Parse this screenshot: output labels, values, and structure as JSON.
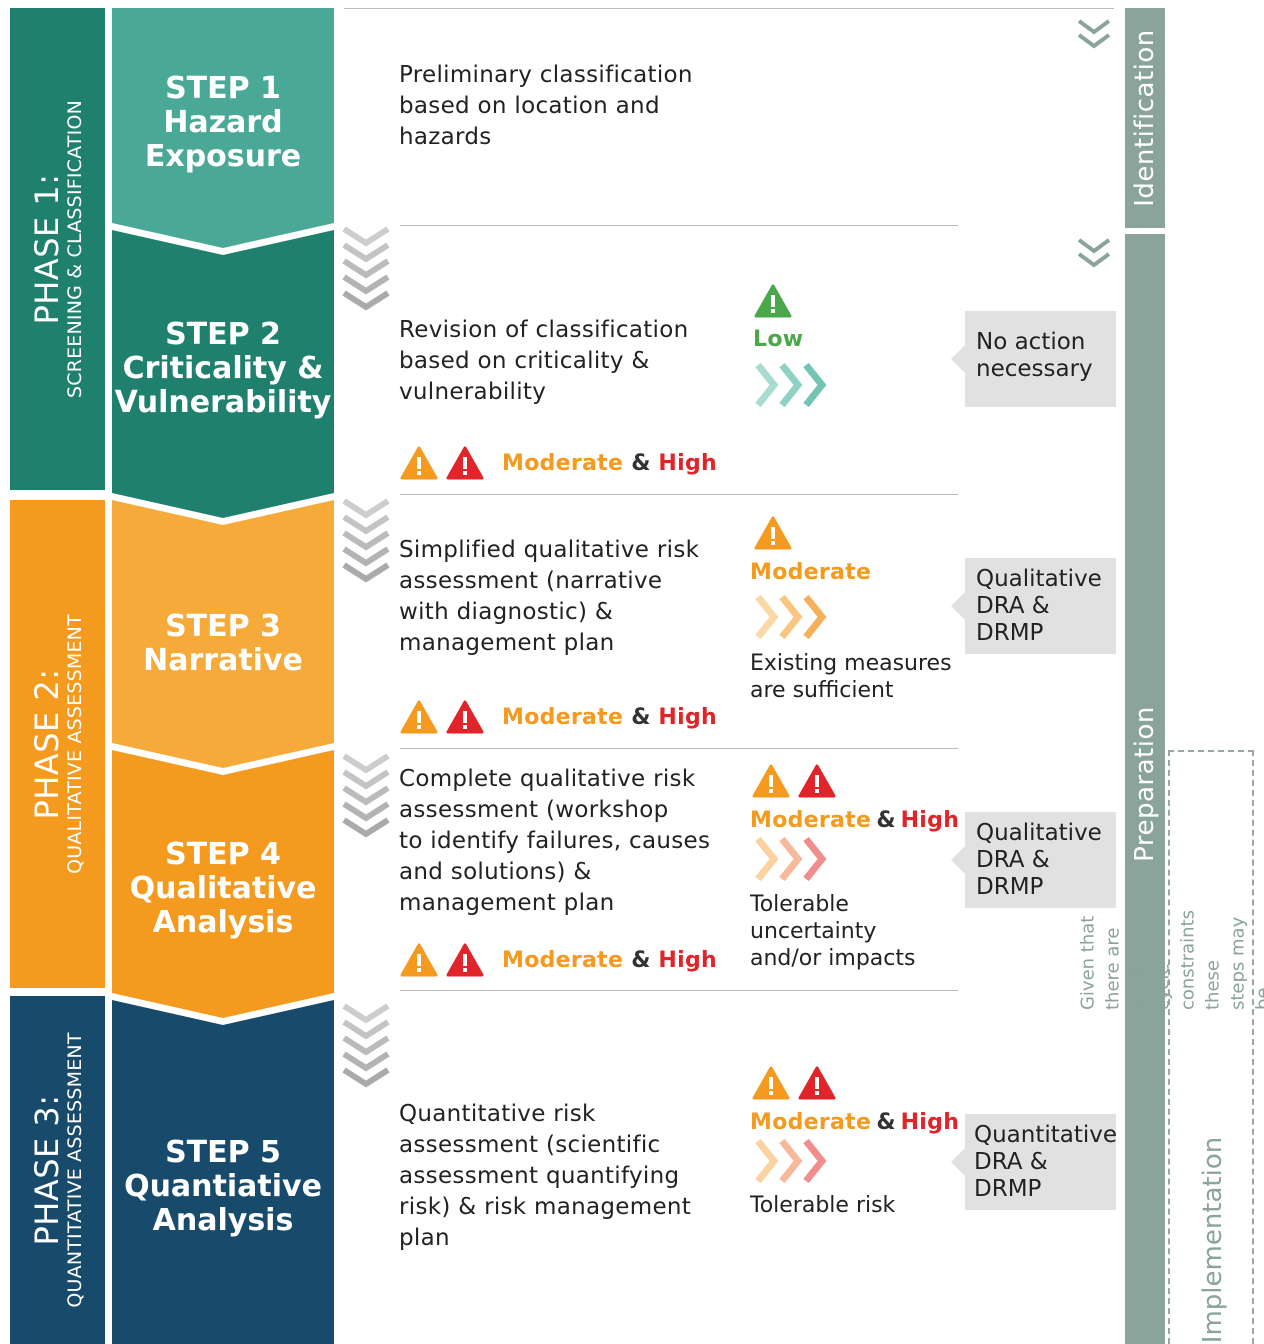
{
  "phases": [
    {
      "title": "PHASE 1:",
      "subtitle": "SCREENING & CLASSIFICATION",
      "color": "#20806e"
    },
    {
      "title": "PHASE 2:",
      "subtitle": "QUALITATIVE ASSESSMENT",
      "color": "#f39a1f"
    },
    {
      "title": "PHASE 3:",
      "subtitle": "QUANTITATIVE ASSESSMENT",
      "color": "#184a6b"
    }
  ],
  "steps": [
    {
      "num": "STEP 1",
      "name_lines": [
        "Hazard",
        "Exposure"
      ],
      "color": "#4aa897"
    },
    {
      "num": "STEP 2",
      "name_lines": [
        "Criticality &",
        "Vulnerability"
      ],
      "color": "#20806e"
    },
    {
      "num": "STEP 3",
      "name_lines": [
        "Narrative"
      ],
      "color": "#f6aa3a"
    },
    {
      "num": "STEP 4",
      "name_lines": [
        "Qualitative",
        "Analysis"
      ],
      "color": "#f39a1f"
    },
    {
      "num": "STEP 5",
      "name_lines": [
        "Quantiative",
        "Analysis"
      ],
      "color": "#184a6b"
    }
  ],
  "descriptions": [
    [
      "Preliminary classification",
      "based on location and",
      "hazards"
    ],
    [
      "Revision of classification",
      "based on criticality &",
      "vulnerability"
    ],
    [
      "Simplified qualitative risk",
      "assessment (narrative",
      "with diagnostic) &",
      "management plan"
    ],
    [
      "Complete qualitative risk",
      "assessment (workshop",
      "to identify failures, causes",
      "and solutions) &",
      "management plan"
    ],
    [
      "Quantitative risk",
      "assessment (scientific",
      "assessment quantifying",
      "risk) & risk management",
      "plan"
    ]
  ],
  "risk_labels": {
    "moderate": "Moderate",
    "high": "High",
    "low": "Low",
    "amp": "&"
  },
  "outcomes": {
    "step3": "Existing measures\nare sufficient",
    "step4": "Tolerable\nuncertainty\nand/or impacts",
    "step5": "Tolerable risk"
  },
  "callouts": {
    "step2": "No action\nnecessary",
    "step3": "Qualitative\nDRA &\nDRMP",
    "step4": "Qualitative\nDRA &\nDRMP",
    "step5": "Quantitative\nDRA &\nDRMP"
  },
  "right_bars": {
    "identification": "Identification",
    "preparation": "Preparation",
    "implementation": "Implementation",
    "implementation_note": "Given that there are no life-cycle\nconstraints these steps may be\ncompleted after approval."
  },
  "colors": {
    "moderate": "#f39a1f",
    "high": "#e0242a",
    "low": "#4aa84a",
    "low_arrow": "#8fd1c4",
    "bar": "#8aa39b",
    "chevron_gray": "#c8c8c8"
  }
}
